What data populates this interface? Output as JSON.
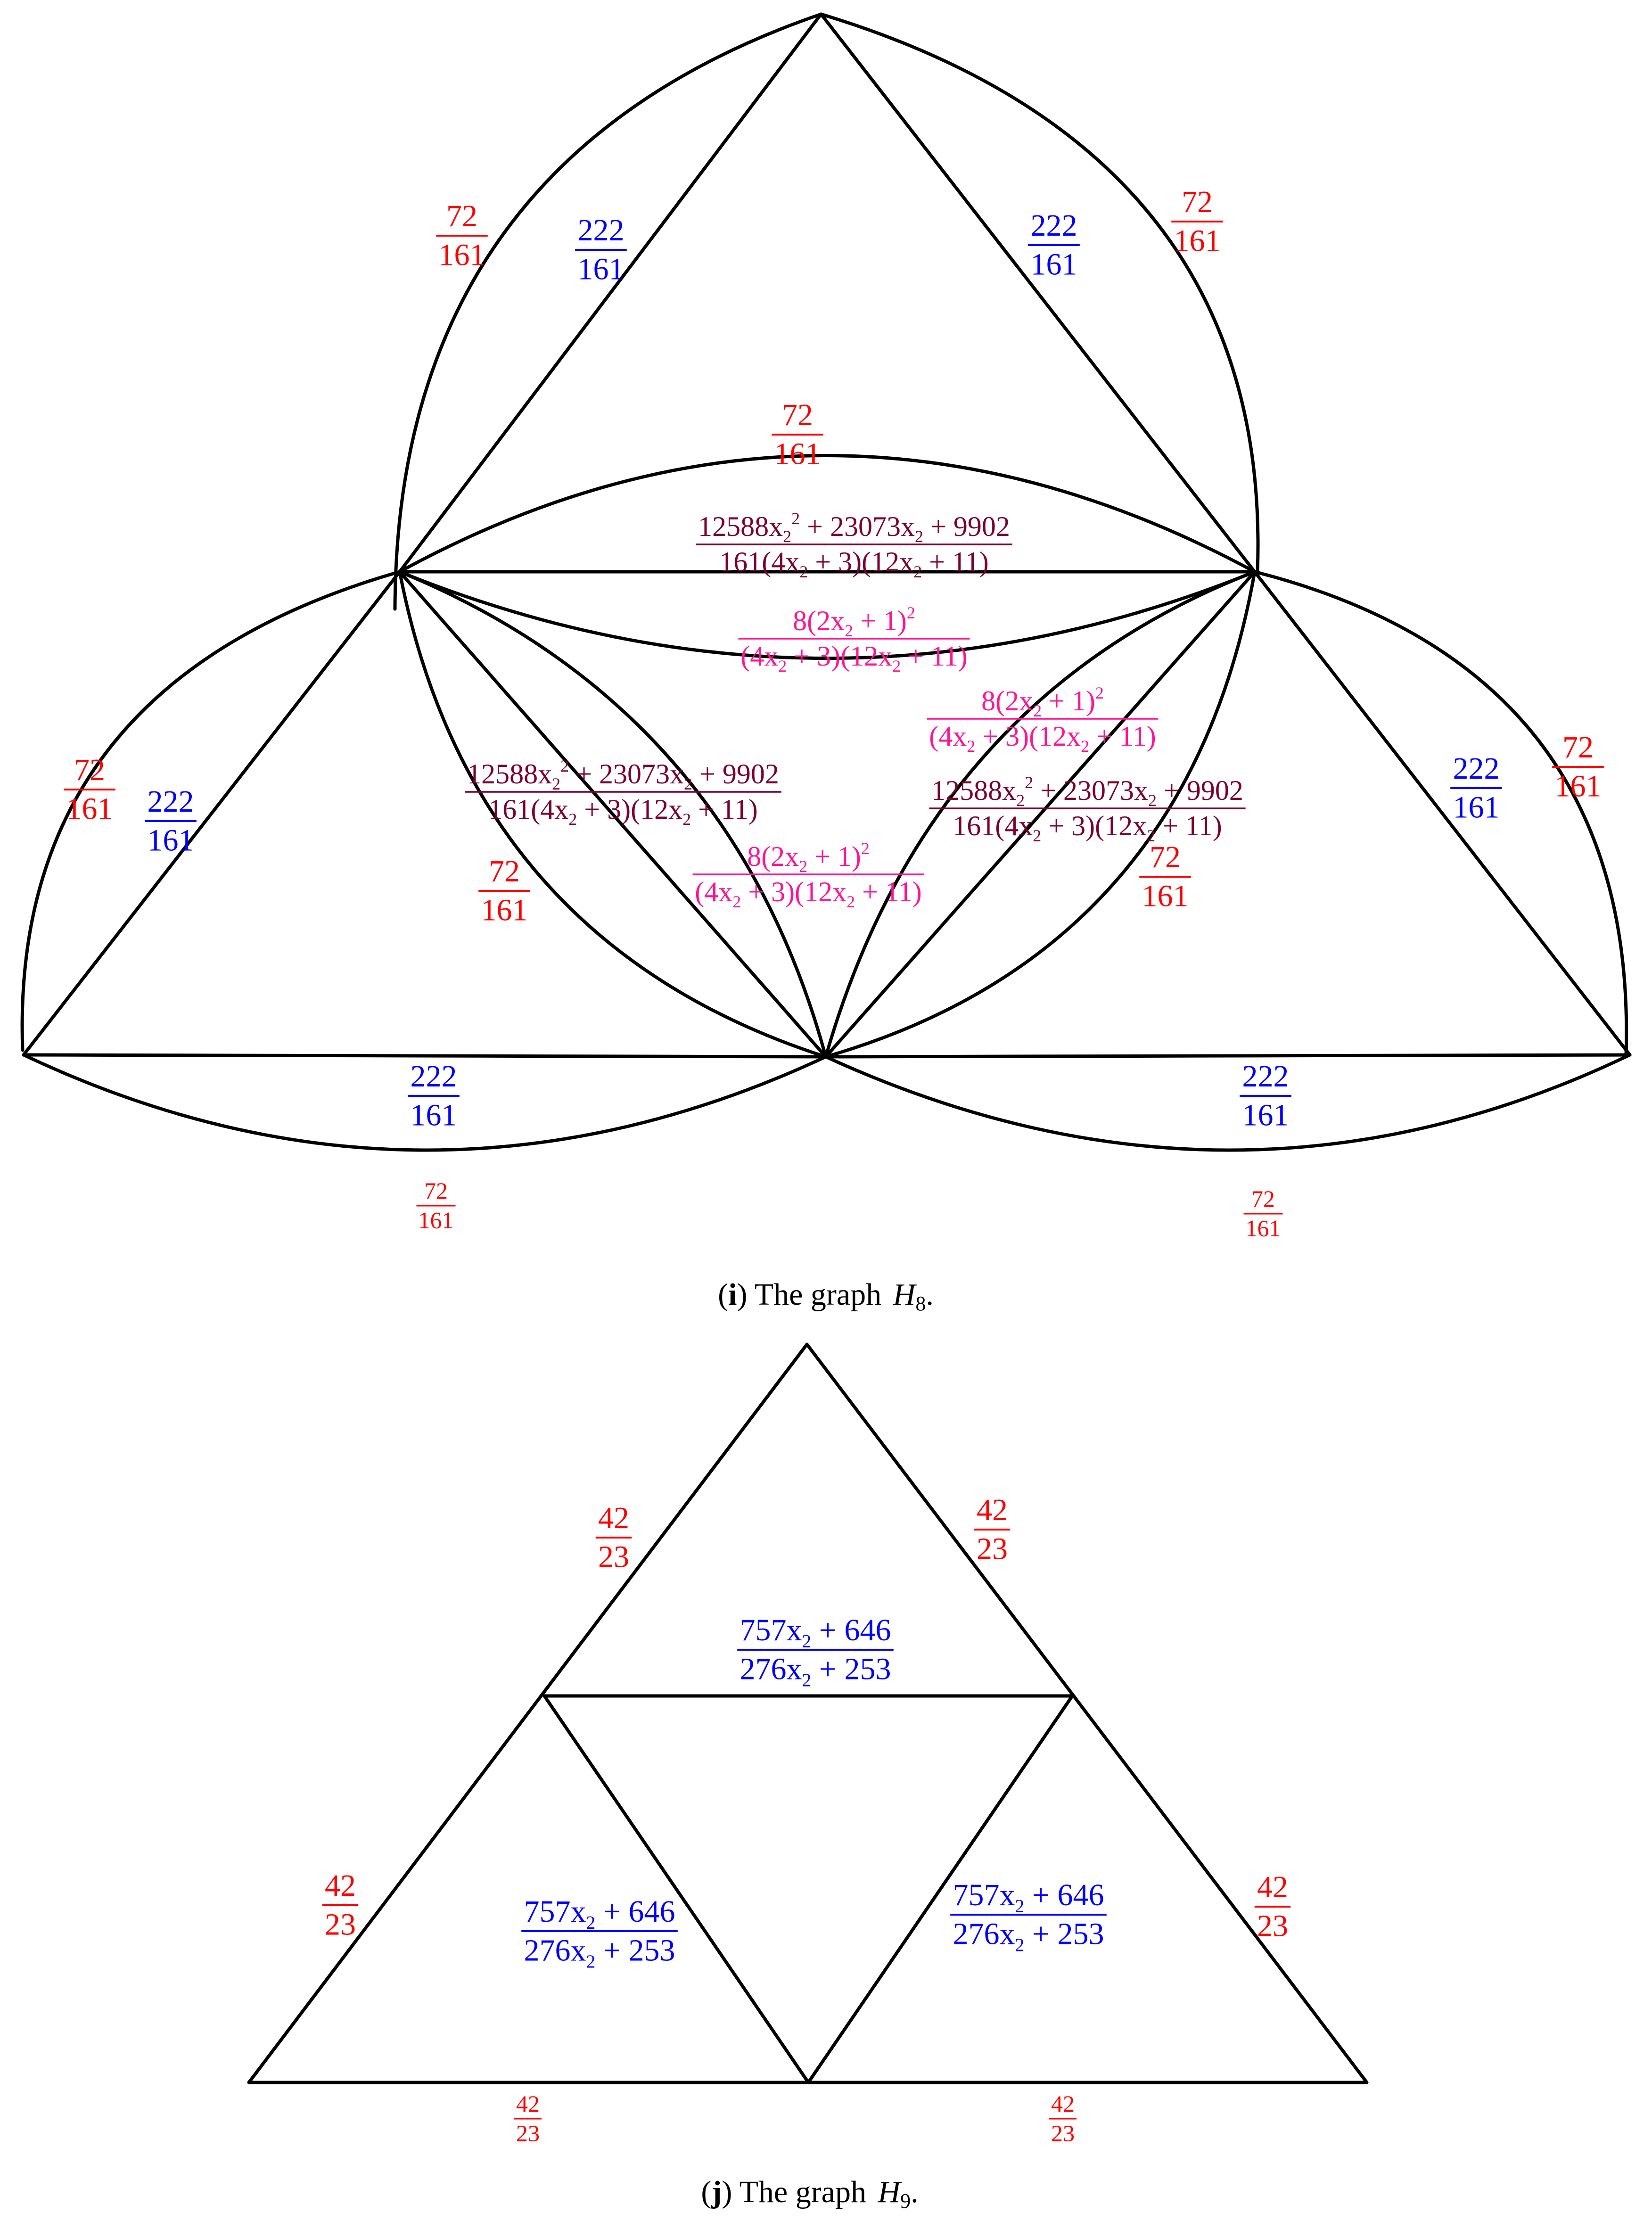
{
  "colors": {
    "red": "#ff0000",
    "blue": "#0000ff",
    "maroon": "#7a0030",
    "pink": "#ff1493",
    "edge": "#000000"
  },
  "fractions": {
    "a": {
      "num": "72",
      "den": "161"
    },
    "b": {
      "num": "222",
      "den": "161"
    },
    "c": {
      "num": "42",
      "den": "23"
    }
  },
  "expressions": {
    "e1": {
      "num": "12588x_2^2 + 23073x_2 + 9902",
      "den": "161(4x_2 + 3)(12x_2 + 11)"
    },
    "e2": {
      "num": "8(2x_2 + 1)^2",
      "den": "(4x_2 + 3)(12x_2 + 11)"
    },
    "e3": {
      "num": "757x_2 + 646",
      "den": "276x_2 + 253"
    }
  },
  "captions": {
    "i": {
      "open": "(",
      "letter": "i",
      "close": ") The graph ",
      "var": "H",
      "sub": "8",
      "end": "."
    },
    "j": {
      "open": "(",
      "letter": "j",
      "close": ") The graph ",
      "var": "H",
      "sub": "9",
      "end": "."
    }
  }
}
